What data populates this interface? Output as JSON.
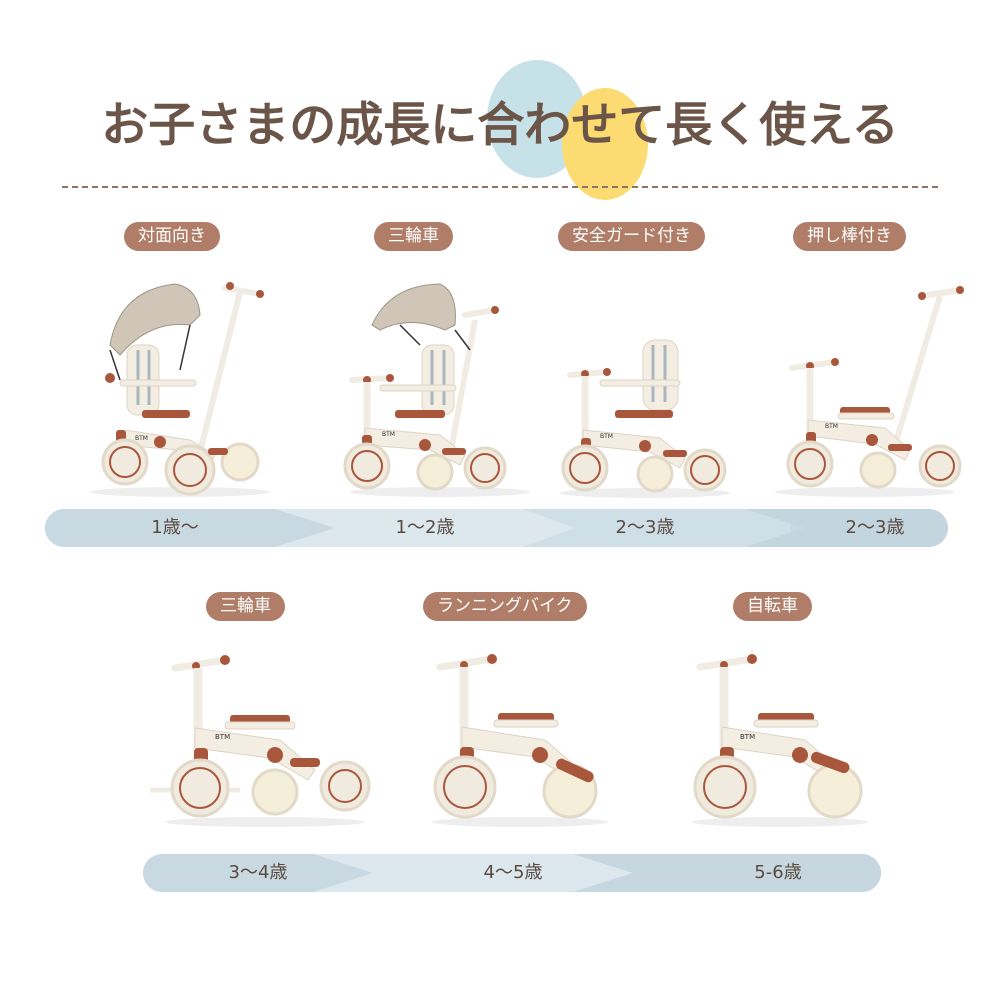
{
  "headline": "お子さまの成長に合わせて長く使える",
  "colors": {
    "headline_text": "#6b5548",
    "pill_bg": "#b07d68",
    "pill_text": "#ffffff",
    "bar_bg": "#c9dae3",
    "bar_light": "#dce7ee",
    "age_text": "#5a4a40",
    "blob_blue": "#c6e2e8",
    "blob_yellow": "#fbdb72",
    "frame_cream": "#f3ede2",
    "accent_brown": "#a9573c",
    "canopy": "#cfc6b8"
  },
  "row1": {
    "modes": [
      {
        "label": "対面向き",
        "age": "1歳〜",
        "config": "canopy-push-handle"
      },
      {
        "label": "三輪車",
        "age": "1〜2歳",
        "config": "canopy-seat"
      },
      {
        "label": "安全ガード付き",
        "age": "2〜3歳",
        "config": "guard-seat"
      },
      {
        "label": "押し棒付き",
        "age": "2〜3歳",
        "config": "push-handle"
      }
    ]
  },
  "row2": {
    "modes": [
      {
        "label": "三輪車",
        "age": "3〜4歳",
        "config": "tricycle"
      },
      {
        "label": "ランニングバイク",
        "age": "4〜5歳",
        "config": "balance-bike"
      },
      {
        "label": "自転車",
        "age": "5-6歳",
        "config": "bicycle"
      }
    ]
  },
  "brand_mark": "BTM"
}
